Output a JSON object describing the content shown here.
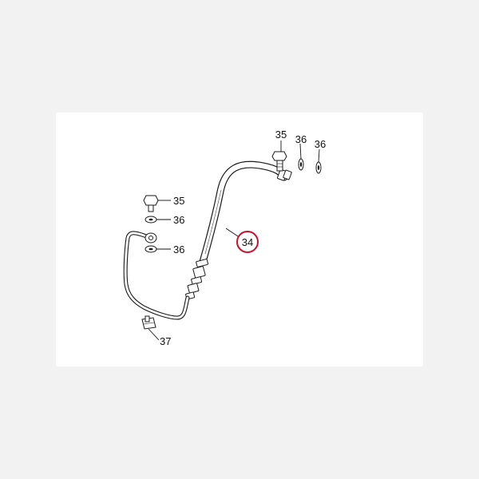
{
  "diagram": {
    "highlight_color": "#c8102e",
    "parts": [
      {
        "id": "brake-hose",
        "number": "34",
        "highlighted": true
      },
      {
        "id": "bolt-top",
        "number": "35"
      },
      {
        "id": "washer-top-a",
        "number": "36"
      },
      {
        "id": "washer-top-b",
        "number": "36"
      },
      {
        "id": "bolt-left",
        "number": "35"
      },
      {
        "id": "washer-left-upper",
        "number": "36"
      },
      {
        "id": "washer-left-lower",
        "number": "36"
      },
      {
        "id": "clamp",
        "number": "37"
      }
    ]
  }
}
